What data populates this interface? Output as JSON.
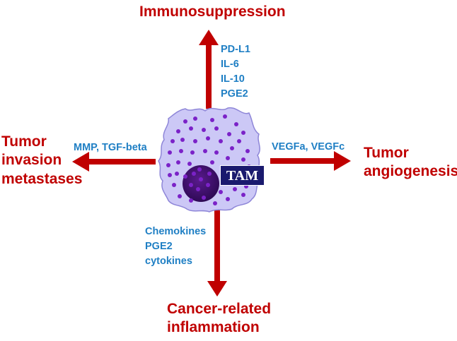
{
  "outcomes": {
    "top": "Immunosuppression",
    "right": [
      "Tumor",
      "angiogenesis"
    ],
    "bottom": [
      "Cancer-related",
      "inflammation"
    ],
    "left": [
      "Tumor",
      "invasion",
      "metastases"
    ]
  },
  "mediators": {
    "top": [
      "PD-L1",
      "IL-6",
      "IL-10",
      "PGE2"
    ],
    "right": "VEGFa, VEGFc",
    "bottom": [
      "Chemokines",
      "PGE2",
      "cytokines"
    ],
    "left": "MMP, TGF-beta"
  },
  "cell": {
    "label": "TAM"
  },
  "colors": {
    "outcome_text": "#c00000",
    "mediator_text": "#1f7fc4",
    "arrow": "#c00000",
    "cell_fill": "#ccc8f6",
    "cell_stroke": "#8e86d8",
    "nucleus": "#3f0f6e",
    "granule": "#7b22c8",
    "label_bg": "#1a1a6e"
  }
}
